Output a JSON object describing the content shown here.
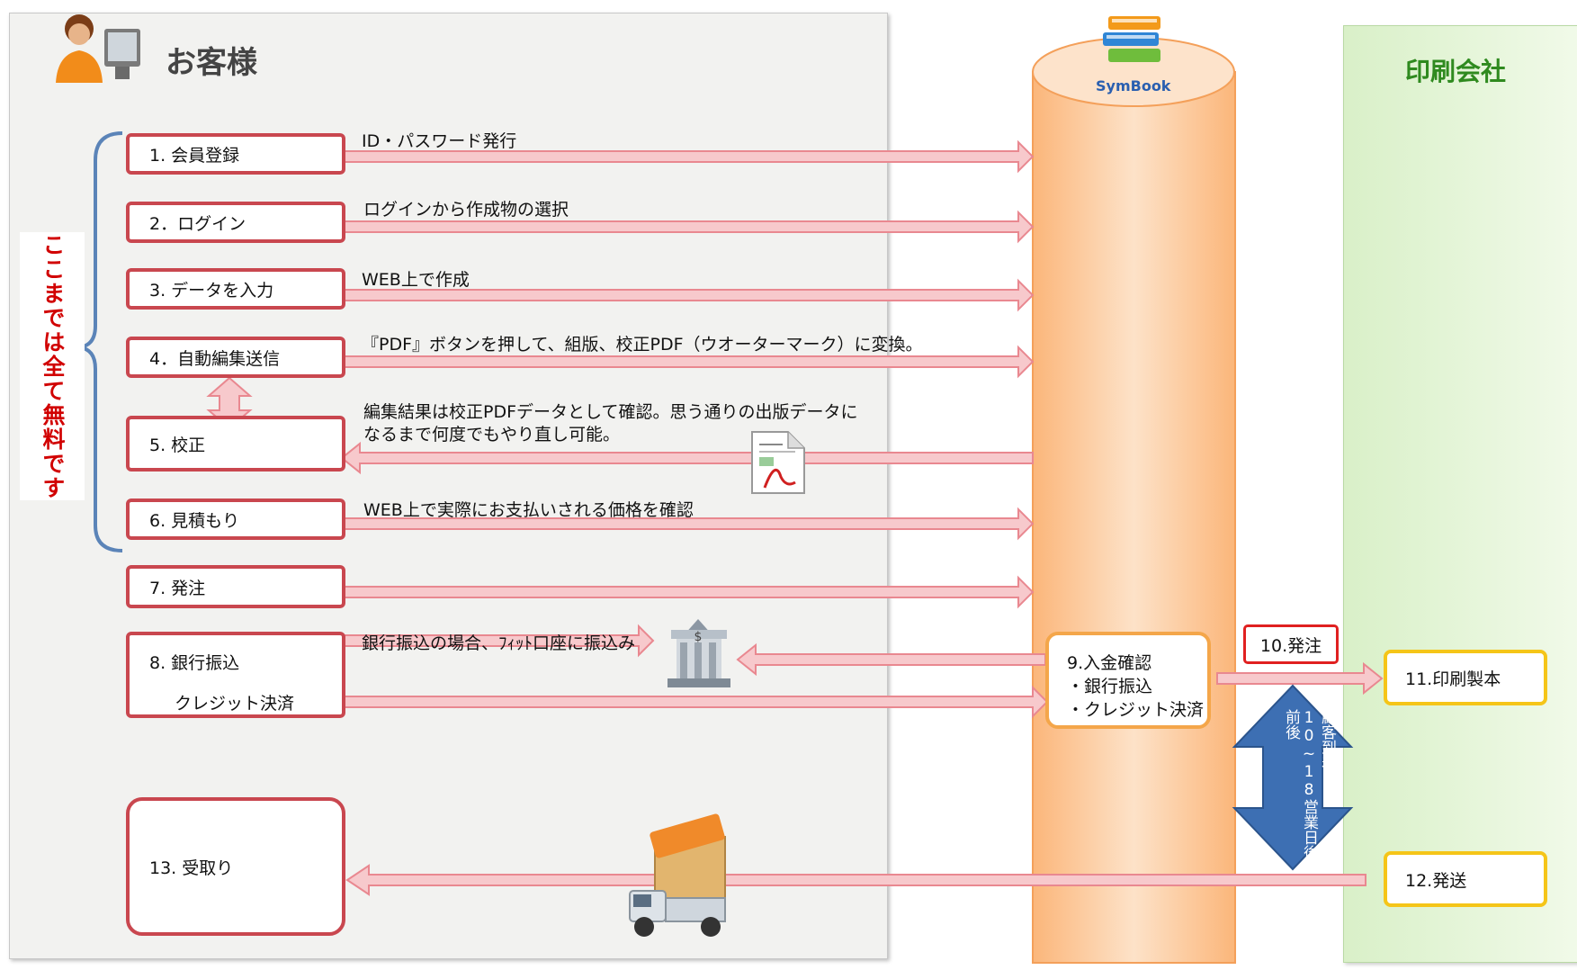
{
  "customer": {
    "title": "お客様"
  },
  "printer": {
    "title": "印刷会社"
  },
  "symbook": {
    "logo_text": "SymBook"
  },
  "free_note": "ここまでは全て無料です",
  "steps": [
    {
      "label": "1. 会員登録",
      "arrow_label": "ID・パスワード発行"
    },
    {
      "label": "2．ログイン",
      "arrow_label": "ログインから作成物の選択"
    },
    {
      "label": "3. データを入力",
      "arrow_label": "WEB上で作成"
    },
    {
      "label": "4．自動編集送信",
      "arrow_label": "『PDF』ボタンを押して、組版、校正PDF（ウオーターマーク）に変換。"
    },
    {
      "label": "5. 校正",
      "arrow_label": "編集結果は校正PDFデータとして確認。思う通りの出版データに\nなるまで何度でもやり直し可能。"
    },
    {
      "label": "6. 見積もり",
      "arrow_label": "WEB上で実際にお支払いされる価格を確認"
    },
    {
      "label": "7. 発注"
    },
    {
      "label": "8. 銀行振込",
      "label2": "クレジット決済",
      "arrow_label": "銀行振込の場合、ﾌｨｯﾄ口座に振込み"
    },
    {
      "label": "13. 受取り"
    }
  ],
  "payment": {
    "title": "9.入金確認",
    "line1": "・銀行振込",
    "line2": "・クレジット決済"
  },
  "order10": "10.発注",
  "print11": "11.印刷製本",
  "ship12": "12.発送",
  "delivery_note": "顧客到着日は10~18営業日後前後",
  "colors": {
    "step_border": "#c9474f",
    "arrow_fill": "#f7c9cc",
    "cylinder": "#fcc596",
    "printer_panel": "#e2f4d4",
    "free_note": "#d10000"
  }
}
